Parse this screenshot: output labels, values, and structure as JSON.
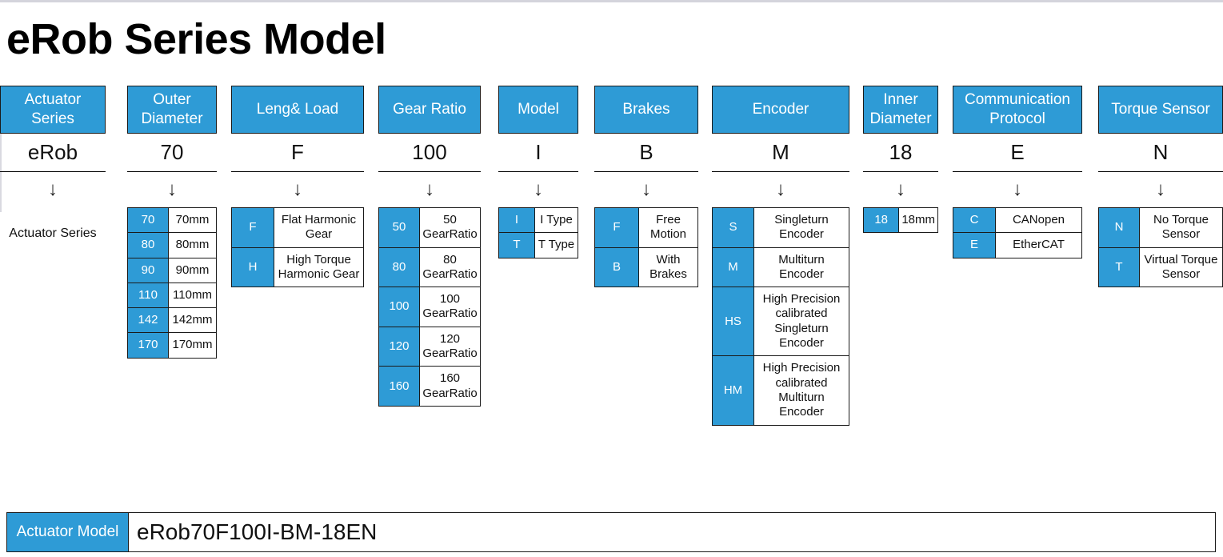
{
  "title": "eRob Series Model",
  "colors": {
    "accent_blue": "#2E9BD6",
    "border": "#1a1a1a",
    "text": "#101010",
    "top_rule": "#d4d4dc"
  },
  "arrow_icon": "↓",
  "columns": [
    {
      "name": "actuator-series",
      "header": "Actuator Series",
      "value": "eRob",
      "plain_text": "Actuator Series",
      "options": []
    },
    {
      "name": "outer-diameter",
      "header": "Outer Diameter",
      "value": "70",
      "options": [
        {
          "code": "70",
          "desc": "70mm"
        },
        {
          "code": "80",
          "desc": "80mm"
        },
        {
          "code": "90",
          "desc": "90mm"
        },
        {
          "code": "110",
          "desc": "110mm"
        },
        {
          "code": "142",
          "desc": "142mm"
        },
        {
          "code": "170",
          "desc": "170mm"
        }
      ]
    },
    {
      "name": "leng-and-load",
      "header": "Leng& Load",
      "value": "F",
      "options": [
        {
          "code": "F",
          "desc": "Flat Harmonic Gear"
        },
        {
          "code": "H",
          "desc": "High Torque Harmonic Gear"
        }
      ]
    },
    {
      "name": "gear-ratio",
      "header": "Gear Ratio",
      "value": "100",
      "options": [
        {
          "code": "50",
          "desc": "50 GearRatio"
        },
        {
          "code": "80",
          "desc": "80 GearRatio"
        },
        {
          "code": "100",
          "desc": "100 GearRatio"
        },
        {
          "code": "120",
          "desc": "120 GearRatio"
        },
        {
          "code": "160",
          "desc": "160 GearRatio"
        }
      ]
    },
    {
      "name": "model",
      "header": "Model",
      "value": "I",
      "options": [
        {
          "code": "I",
          "desc": "I Type"
        },
        {
          "code": "T",
          "desc": "T Type"
        }
      ]
    },
    {
      "name": "brakes",
      "header": "Brakes",
      "value": "B",
      "options": [
        {
          "code": "F",
          "desc": "Free Motion"
        },
        {
          "code": "B",
          "desc": "With Brakes"
        }
      ]
    },
    {
      "name": "encoder",
      "header": "Encoder",
      "value": "M",
      "options": [
        {
          "code": "S",
          "desc": "Singleturn Encoder"
        },
        {
          "code": "M",
          "desc": "Multiturn Encoder"
        },
        {
          "code": "HS",
          "desc": "High Precision calibrated Singleturn Encoder"
        },
        {
          "code": "HM",
          "desc": "High Precision calibrated Multiturn Encoder"
        }
      ]
    },
    {
      "name": "inner-diameter",
      "header": "Inner Diameter",
      "value": "18",
      "options": [
        {
          "code": "18",
          "desc": "18mm"
        }
      ]
    },
    {
      "name": "communication-protocol",
      "header": "Communication Protocol",
      "value": "E",
      "options": [
        {
          "code": "C",
          "desc": "CANopen"
        },
        {
          "code": "E",
          "desc": "EtherCAT"
        }
      ]
    },
    {
      "name": "torque-sensor",
      "header": "Torque Sensor",
      "value": "N",
      "options": [
        {
          "code": "N",
          "desc": "No Torque Sensor"
        },
        {
          "code": "T",
          "desc": "Virtual Torque Sensor"
        }
      ]
    }
  ],
  "model_bar": {
    "label": "Actuator Model",
    "value": "eRob70F100I-BM-18EN"
  }
}
